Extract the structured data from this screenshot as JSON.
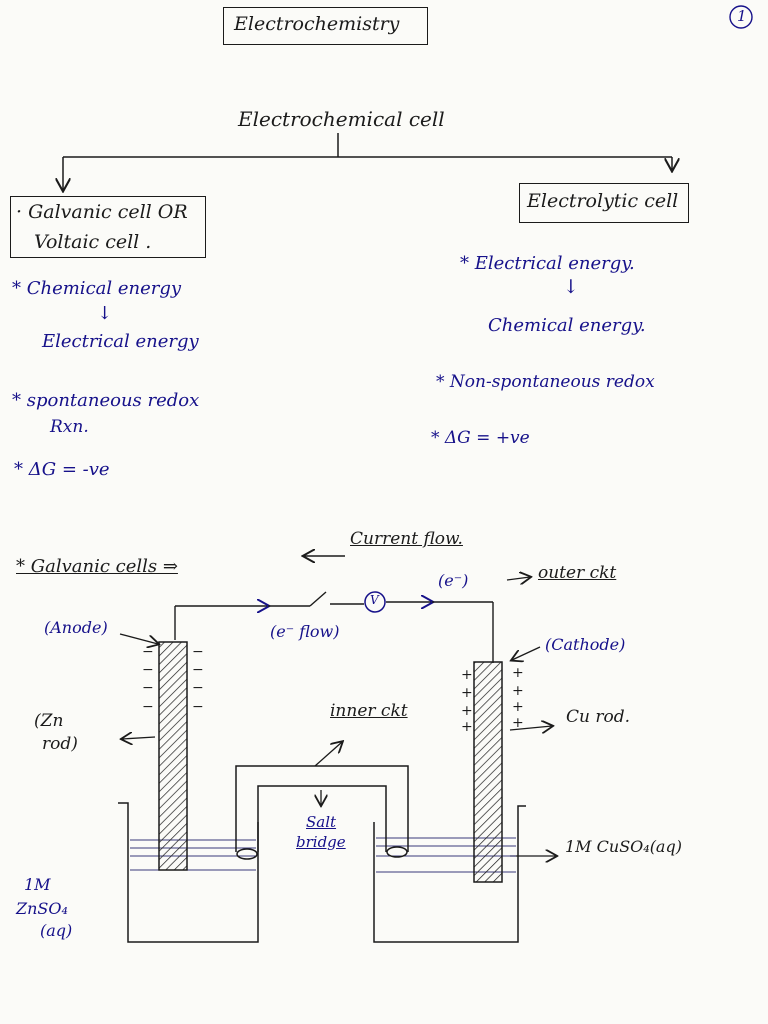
{
  "page_number": "1",
  "title": "Electrochemistry",
  "tree": {
    "root": "Electrochemical cell",
    "left_box": {
      "line1": "· Galvanic cell OR",
      "line2": "Voltaic cell ."
    },
    "right_box": "Electrolytic cell"
  },
  "galvanic_points": {
    "p1_from": "* Chemical energy",
    "p1_arrow": "↓",
    "p1_to": "Electrical energy",
    "p2_line1": "* spontaneous redox",
    "p2_line2": "Rxn.",
    "p3": "* ΔG = -ve"
  },
  "electrolytic_points": {
    "p1_from": "* Electrical energy.",
    "p1_arrow": "↓",
    "p1_to": "Chemical energy.",
    "p2": "* Non-spontaneous redox",
    "p3": "* ΔG = +ve"
  },
  "diagram": {
    "heading": "* Galvanic cells ⇒",
    "current_flow": "Current flow.",
    "electron_label": "(e⁻)",
    "outer_circuit": "outer ckt",
    "voltmeter": "V",
    "anode": "(Anode)",
    "e_flow": "(e⁻ flow)",
    "cathode": "(Cathode)",
    "zn_rod_line1": "(Zn",
    "zn_rod_line2": "rod)",
    "inner_circuit": "inner ckt",
    "cu_rod": "Cu rod.",
    "salt_bridge_line1": "Salt",
    "salt_bridge_line2": "bridge",
    "cuso4": "1M CuSO₄(aq)",
    "znso4_line1": "1M",
    "znso4_line2": "ZnSO₄",
    "znso4_line3": "(aq)",
    "minus_signs": [
      "−",
      "−",
      "−",
      "−",
      "−",
      "−",
      "−",
      "−"
    ],
    "plus_signs": [
      "+",
      "+",
      "+",
      "+",
      "+",
      "+",
      "+",
      "+"
    ]
  },
  "colors": {
    "ink_blue": "#16118a",
    "ink_black": "#1b1b1b",
    "paper": "#fbfbf8",
    "solution_line": "#3a3a7a"
  }
}
